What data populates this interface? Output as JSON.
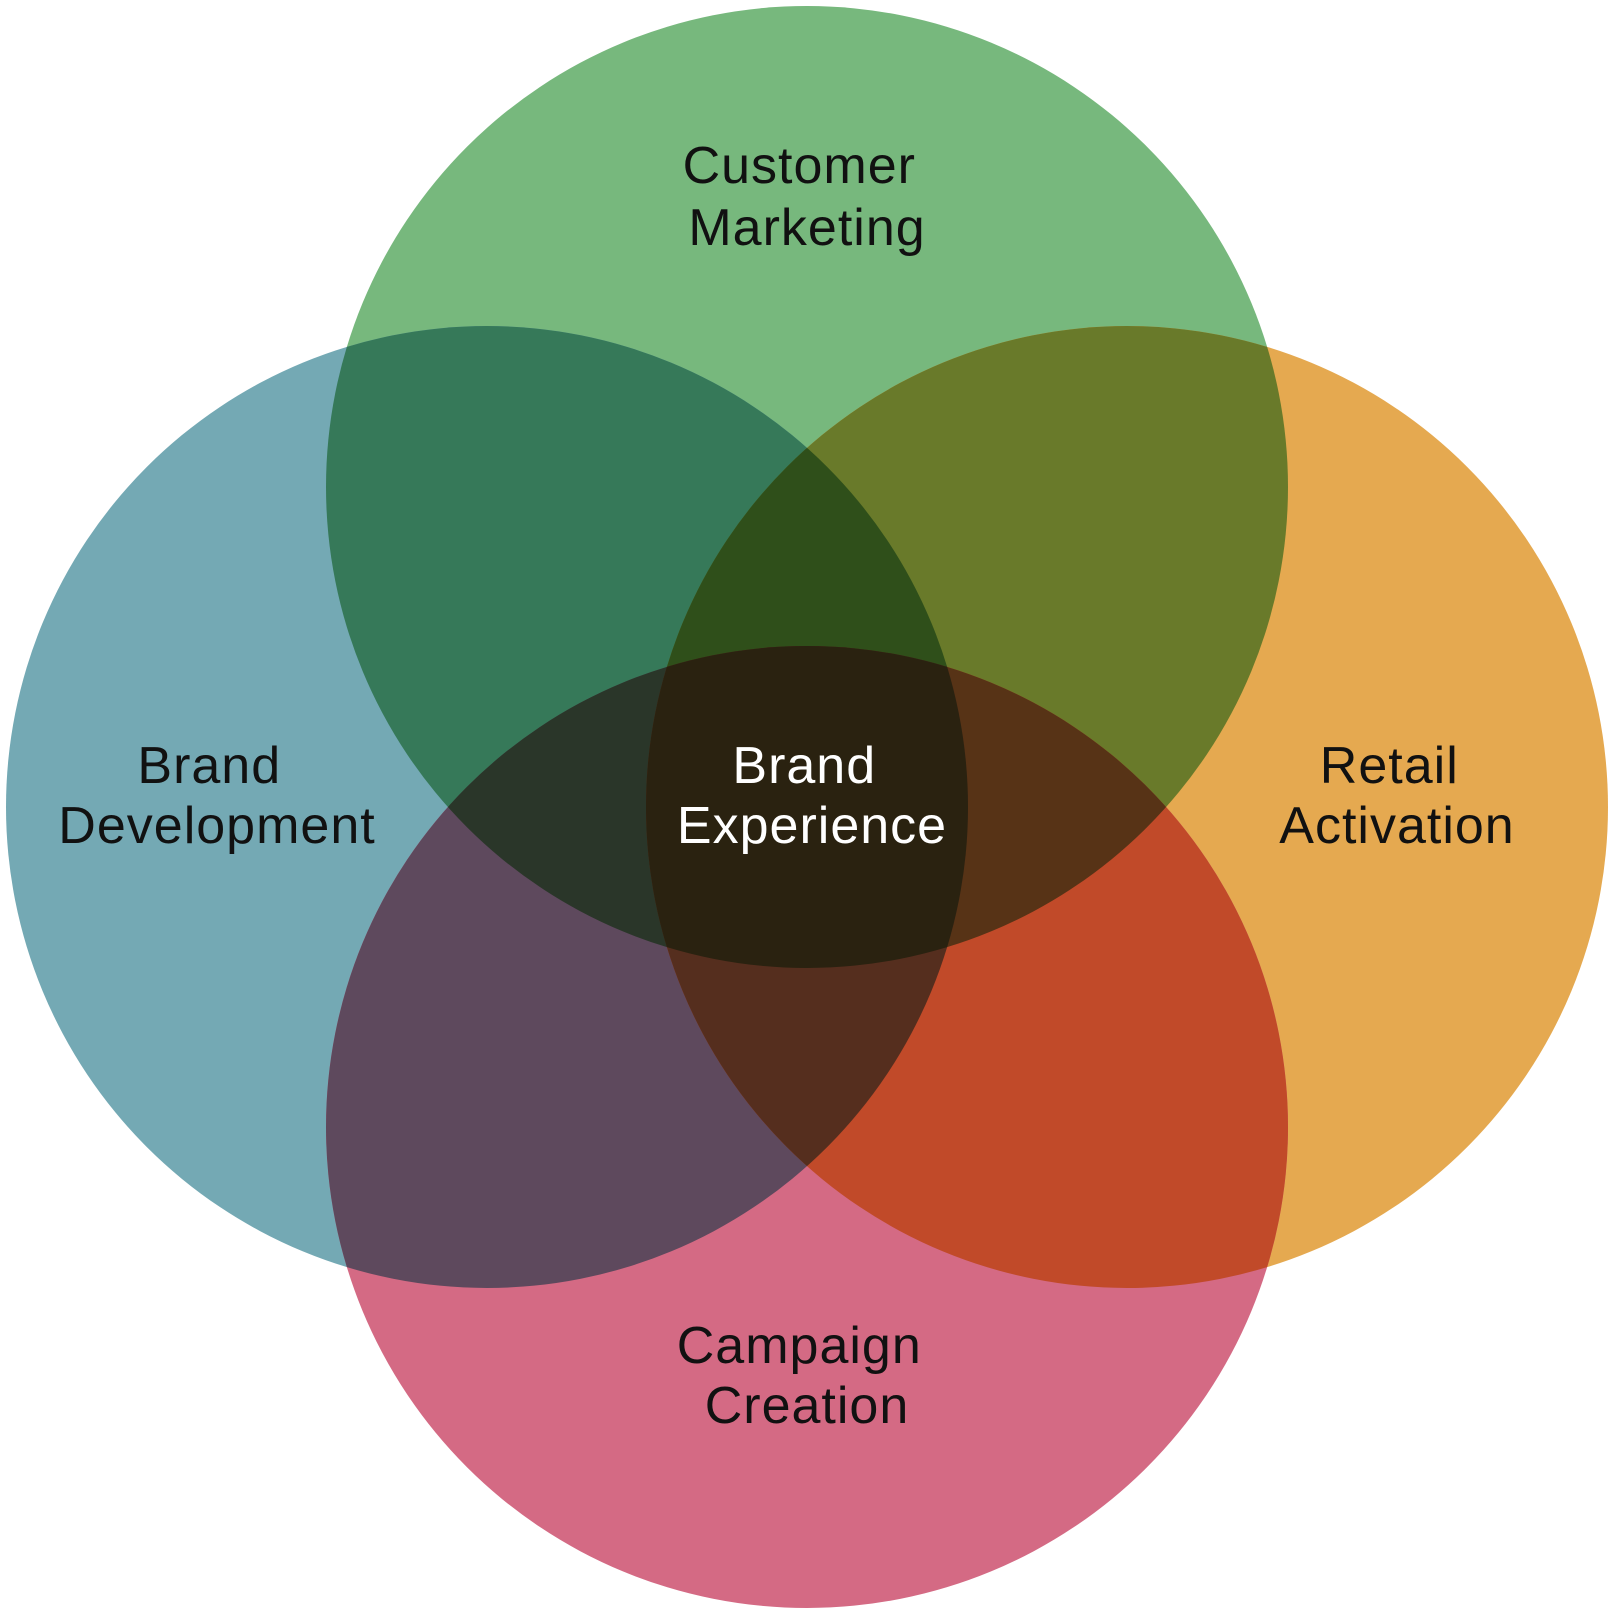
{
  "diagram": {
    "circles": [
      {
        "id": "customer-marketing",
        "label_lines": [
          "Customer",
          "Marketing"
        ],
        "color": "#77b87d"
      },
      {
        "id": "brand-development",
        "label_lines": [
          "Brand",
          "Development"
        ],
        "color": "#74a9b4"
      },
      {
        "id": "retail-activation",
        "label_lines": [
          "Retail",
          "Activation"
        ],
        "color": "#e5a950"
      },
      {
        "id": "campaign-creation",
        "label_lines": [
          "Campaign",
          "Creation"
        ],
        "color": "#d46a84"
      }
    ],
    "overlap_colors": {
      "marketing_development": "#367959",
      "marketing_activation": "#697a2a",
      "development_campaign": "#5e495d",
      "activation_campaign": "#c14a29",
      "core": "#2a2210"
    },
    "center": {
      "label_lines": [
        "Brand",
        "Experience"
      ],
      "text_color": "#ffffff"
    },
    "label_color": "#111111"
  }
}
